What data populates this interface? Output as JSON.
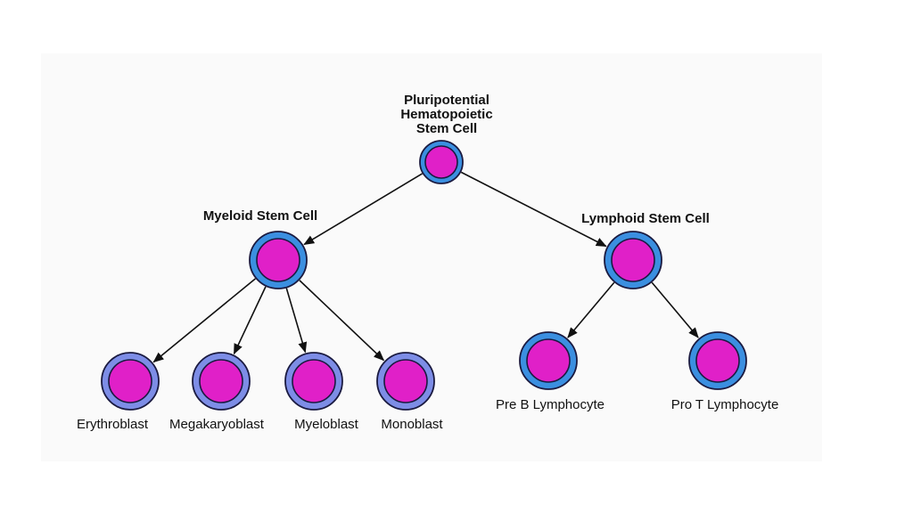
{
  "diagram": {
    "type": "hierarchy",
    "title": "Hematopoiesis lineage",
    "colors": {
      "nucleus": "#e020c8",
      "upper_ring": "#3b8fe0",
      "lower_ring": "#7d8de6",
      "outline": "#1a1a40",
      "arrow": "#111111"
    },
    "nodes": [
      {
        "id": "root",
        "label_lines": [
          "Pluripotential",
          "Hematopoietic",
          "Stem Cell"
        ],
        "ring": "upper_ring"
      },
      {
        "id": "myeloid",
        "label_lines": [
          "Myeloid Stem Cell"
        ],
        "ring": "upper_ring"
      },
      {
        "id": "lymphoid",
        "label_lines": [
          "Lymphoid Stem Cell"
        ],
        "ring": "upper_ring"
      },
      {
        "id": "erythroblast",
        "label_lines": [
          "Erythroblast"
        ],
        "ring": "lower_ring"
      },
      {
        "id": "megakaryoblast",
        "label_lines": [
          "Megakaryoblast"
        ],
        "ring": "lower_ring"
      },
      {
        "id": "myeloblast",
        "label_lines": [
          "Myeloblast"
        ],
        "ring": "lower_ring"
      },
      {
        "id": "monoblast",
        "label_lines": [
          "Monoblast"
        ],
        "ring": "lower_ring"
      },
      {
        "id": "pre-b",
        "label_lines": [
          "Pre B Lymphocyte"
        ],
        "ring": "upper_ring"
      },
      {
        "id": "pro-t",
        "label_lines": [
          "Pro T Lymphocyte"
        ],
        "ring": "upper_ring"
      }
    ],
    "edges": [
      {
        "from": "root",
        "to": "myeloid"
      },
      {
        "from": "root",
        "to": "lymphoid"
      },
      {
        "from": "myeloid",
        "to": "erythroblast"
      },
      {
        "from": "myeloid",
        "to": "megakaryoblast"
      },
      {
        "from": "myeloid",
        "to": "myeloblast"
      },
      {
        "from": "myeloid",
        "to": "monoblast"
      },
      {
        "from": "lymphoid",
        "to": "pre-b"
      },
      {
        "from": "lymphoid",
        "to": "pro-t"
      }
    ]
  }
}
